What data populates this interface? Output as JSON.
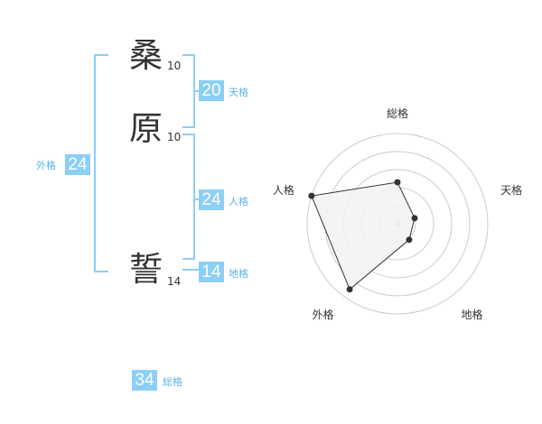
{
  "name": {
    "chars": [
      {
        "char": "桑",
        "strokes": "10"
      },
      {
        "char": "原",
        "strokes": "10"
      },
      {
        "char": "誓",
        "strokes": "14"
      }
    ]
  },
  "kaku": {
    "tenkaku": {
      "value": "20",
      "label": "天格"
    },
    "jinkaku": {
      "value": "24",
      "label": "人格"
    },
    "chikaku": {
      "value": "14",
      "label": "地格"
    },
    "gaikaku": {
      "value": "24",
      "label": "外格"
    },
    "soukaku": {
      "value": "34",
      "label": "総格"
    }
  },
  "chart_data": {
    "type": "radar",
    "axes": [
      "総格",
      "天格",
      "地格",
      "外格",
      "人格"
    ],
    "rings": 5,
    "range": [
      0,
      5
    ],
    "values": [
      2.3,
      1.0,
      1.1,
      4.5,
      5.0
    ],
    "colors": {
      "fill": "#f2f2f2",
      "line": "#333333",
      "grid": "#cccccc",
      "center": "#cccccc"
    }
  },
  "colors": {
    "accent": "#8ccff6",
    "label": "#5ab6ea",
    "text": "#333333"
  }
}
